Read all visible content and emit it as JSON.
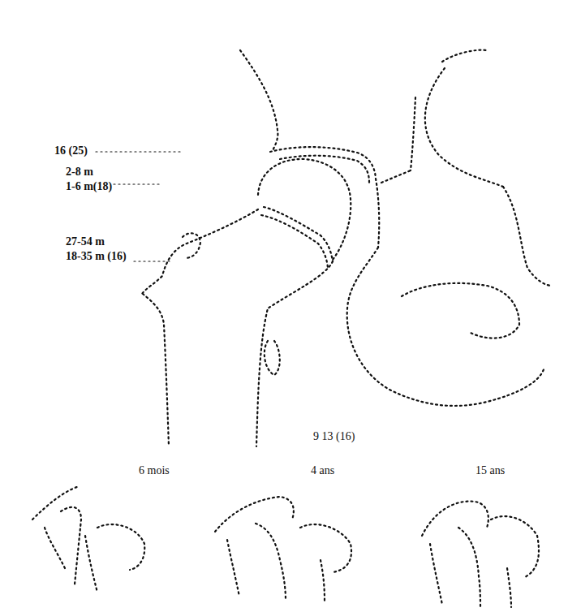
{
  "diagram": {
    "labels": [
      "16 (25)",
      "2-8 m",
      "1-6 m(18)",
      "27-54 m",
      "18-35 m (16)",
      "9 13 (16)",
      "6 mois",
      "4 ans",
      "15 ans"
    ]
  }
}
